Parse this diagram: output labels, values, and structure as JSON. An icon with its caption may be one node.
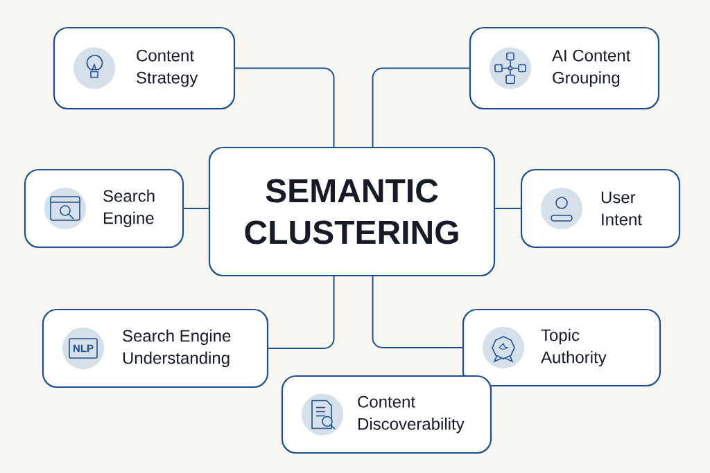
{
  "diagram": {
    "nodes": [
      {
        "text": [
          "Content Strategy"
        ]
      },
      {
        "text": [
          "AI Content Grouping"
        ]
      },
      {
        "text": [
          "Search Engine"
        ]
      },
      {
        "text": [
          "SEMANTIC CLUSTERING"
        ]
      },
      {
        "text": [
          "User Intent"
        ]
      },
      {
        "text": [
          "Search Engine Understanding"
        ]
      },
      {
        "text": [
          "Topic Authority"
        ]
      },
      {
        "text": [
          "Content Discoverability"
        ]
      }
    ],
    "edges": [
      {
        "from": 3,
        "to": 0,
        "arrow": "none"
      },
      {
        "from": 3,
        "to": 1,
        "arrow": "none"
      },
      {
        "from": 3,
        "to": 2,
        "arrow": "none"
      },
      {
        "from": 3,
        "to": 4,
        "arrow": "none"
      },
      {
        "from": 3,
        "to": 5,
        "arrow": "none"
      },
      {
        "from": 3,
        "to": 6,
        "arrow": "none"
      }
    ],
    "labels": [
      "NLP"
    ]
  }
}
